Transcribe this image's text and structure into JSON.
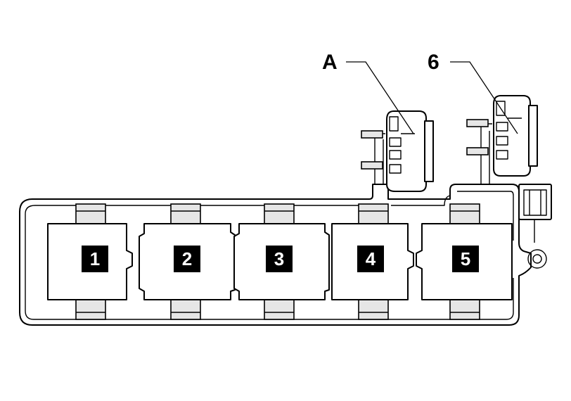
{
  "diagram": {
    "relays": [
      {
        "label": "1"
      },
      {
        "label": "2"
      },
      {
        "label": "3"
      },
      {
        "label": "4"
      },
      {
        "label": "5"
      }
    ],
    "callouts": [
      {
        "label": "A"
      },
      {
        "label": "6"
      }
    ]
  }
}
